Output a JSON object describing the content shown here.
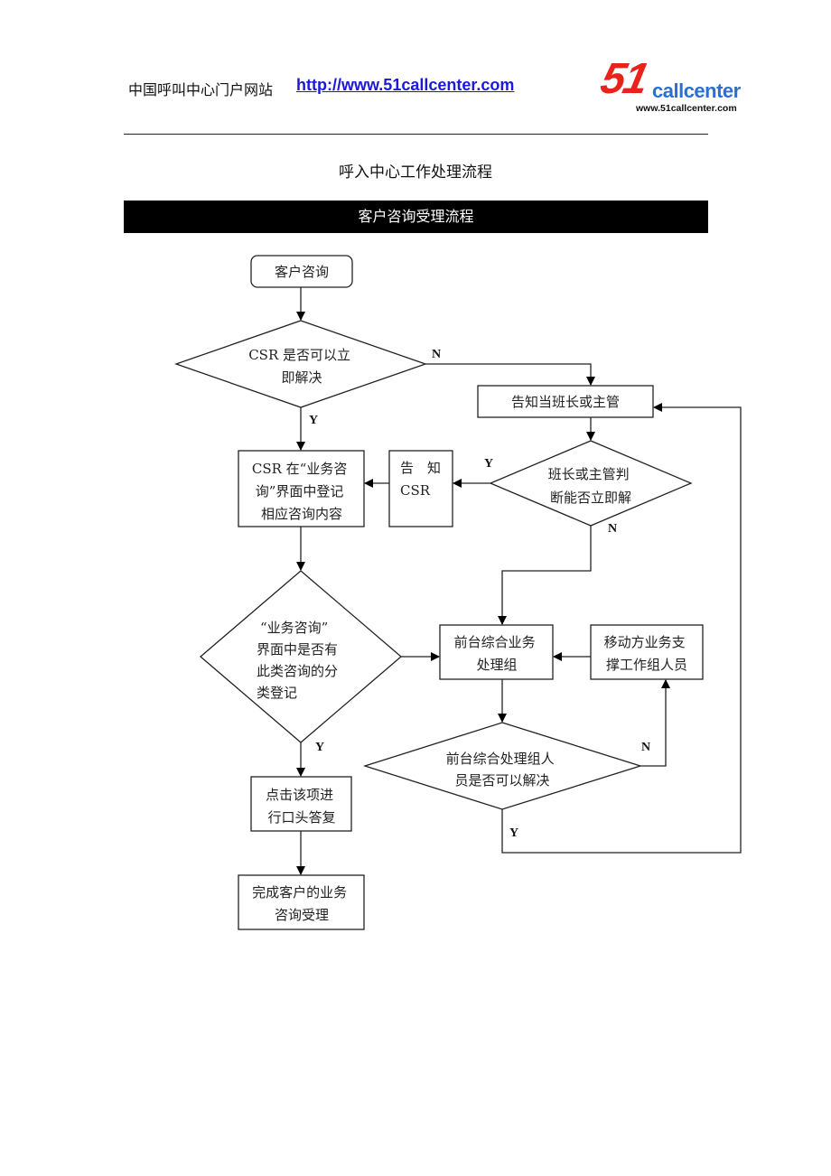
{
  "header": {
    "site_name": "中国呼叫中心门户网站",
    "site_url": "http://www.51callcenter.com",
    "logo": {
      "big": "51",
      "word": "callcenter",
      "url": "www.51callcenter.com",
      "colors": {
        "red": "#e8231c",
        "blue": "#2c6fd0"
      }
    }
  },
  "document": {
    "title": "呼入中心工作处理流程",
    "section_banner": "客户咨询受理流程"
  },
  "flowchart": {
    "nodes": {
      "start": {
        "type": "terminal",
        "lines": [
          "客户咨询"
        ]
      },
      "d_csr": {
        "type": "decision",
        "lines": [
          "CSR 是否可以立",
          "即解决"
        ]
      },
      "notify_lead": {
        "type": "process",
        "lines": [
          "告知当班长或主管"
        ]
      },
      "d_lead": {
        "type": "decision",
        "lines": [
          "班长或主管判",
          "断能否立即解"
        ]
      },
      "notify_csr": {
        "type": "process",
        "lines": [
          "告　知",
          "CSR"
        ]
      },
      "register": {
        "type": "process",
        "lines": [
          "CSR 在“业务咨",
          "询”界面中登记",
          "相应咨询内容"
        ]
      },
      "d_category": {
        "type": "decision",
        "lines": [
          "“业务咨询”",
          "界面中是否有",
          "此类咨询的分",
          "类登记"
        ]
      },
      "front_group": {
        "type": "process",
        "lines": [
          "前台综合业务",
          "处理组"
        ]
      },
      "mobile_support": {
        "type": "process",
        "lines": [
          "移动方业务支",
          "撑工作组人员"
        ]
      },
      "d_front": {
        "type": "decision",
        "lines": [
          "前台综合处理组人",
          "员是否可以解决"
        ]
      },
      "reply": {
        "type": "process",
        "lines": [
          "点击该项进",
          "行口头答复"
        ]
      },
      "finish": {
        "type": "process",
        "lines": [
          "完成客户的业务",
          "咨询受理"
        ]
      }
    },
    "edge_labels": {
      "csr_no": "N",
      "csr_yes": "Y",
      "lead_yes": "Y",
      "lead_no": "N",
      "category_yes": "Y",
      "front_no": "N",
      "front_yes": "Y"
    }
  }
}
